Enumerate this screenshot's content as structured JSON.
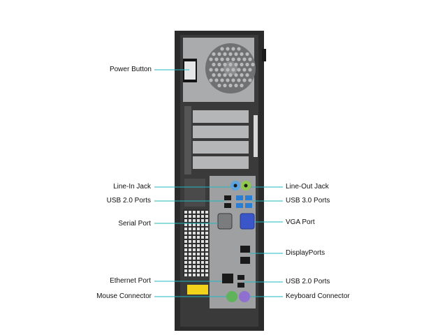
{
  "diagram": {
    "colors": {
      "leader_line": "#22b7c4",
      "chassis": "#2b2b2b",
      "panel_silver": "#a9abad",
      "usb3_blue": "#2a7fd4",
      "vga_blue": "#3b56c9",
      "line_in_blue": "#5aa5e0",
      "line_out_green": "#8fc84a",
      "mouse_green": "#5fb35a",
      "keyboard_purple": "#8f6fcf",
      "warning_yellow": "#f2d21b"
    },
    "labels": {
      "power_button": "Power Button",
      "line_in_jack": "Line-In Jack",
      "usb2_ports_left": "USB 2.0 Ports",
      "serial_port": "Serial Port",
      "ethernet_port": "Ethernet Port",
      "mouse_connector": "Mouse Connector",
      "line_out_jack": "Line-Out Jack",
      "usb3_ports": "USB 3.0 Ports",
      "vga_port": "VGA Port",
      "displayports": "DisplayPorts",
      "usb2_ports_right": "USB 2.0 Ports",
      "keyboard_connector": "Keyboard Connector"
    }
  }
}
